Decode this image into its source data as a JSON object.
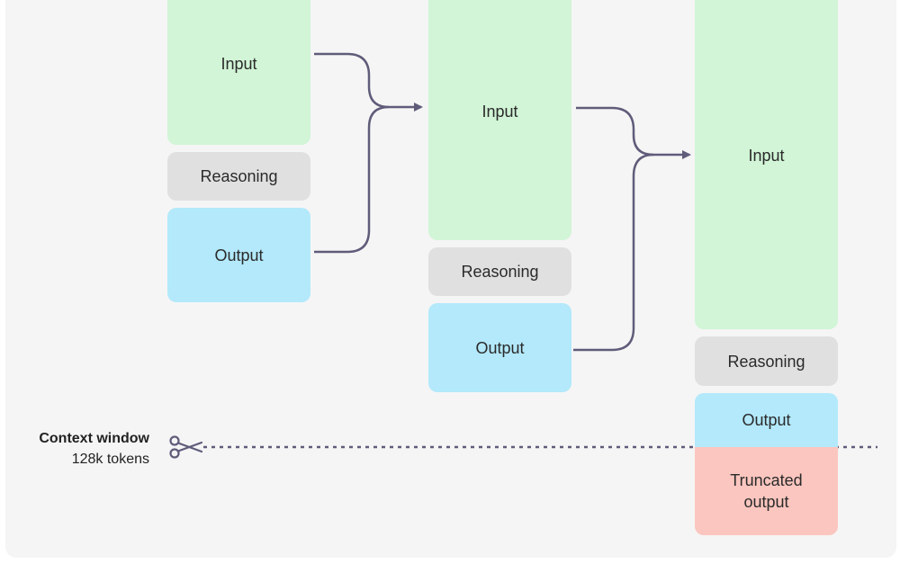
{
  "colors": {
    "input": "#d1f5d6",
    "reasoning": "#e0e0e0",
    "output": "#b3e9fb",
    "truncated": "#fbc6bf",
    "arrow": "#5f5c7a"
  },
  "turns": [
    {
      "input": "Input",
      "reasoning": "Reasoning",
      "output": "Output"
    },
    {
      "input": "Input",
      "reasoning": "Reasoning",
      "output": "Output"
    },
    {
      "input": "Input",
      "reasoning": "Reasoning",
      "output": "Output",
      "truncated": "Truncated\noutput"
    }
  ],
  "context_window": {
    "title": "Context window",
    "size": "128k tokens",
    "icon": "scissors-icon"
  }
}
